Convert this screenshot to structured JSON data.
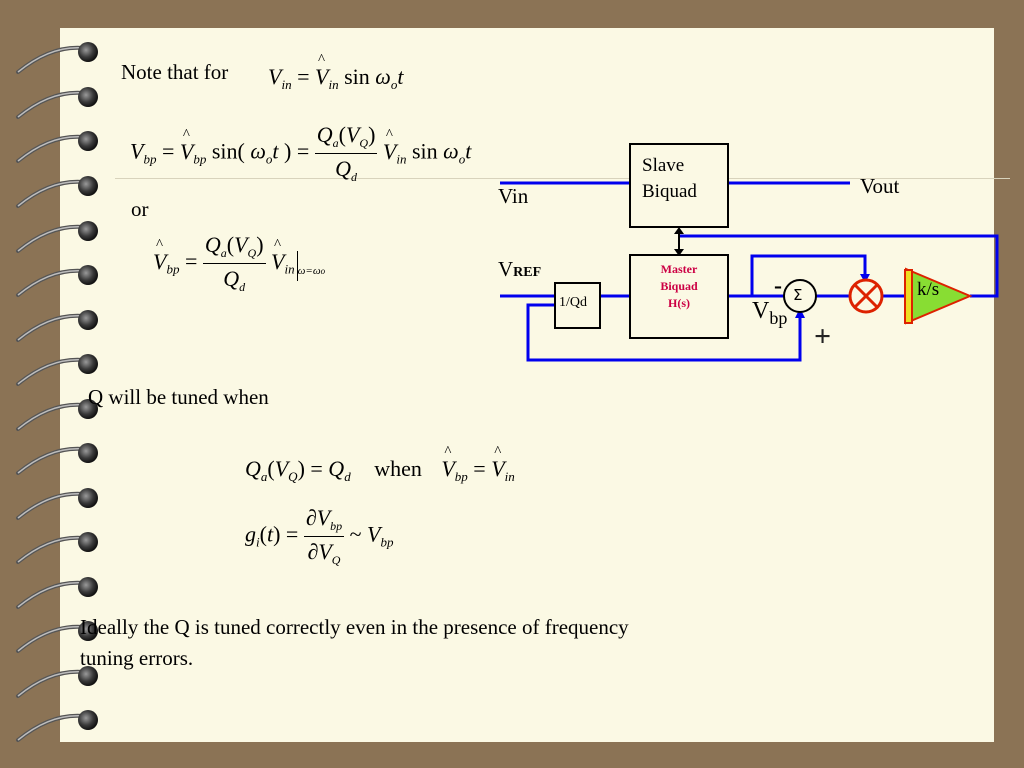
{
  "text": {
    "note_prefix": "Note that for",
    "or_word": "or",
    "q_tuned_when": "Q will be tuned when",
    "when_word": "when",
    "ideally_line1": "Ideally the Q is tuned correctly even in the presence of frequency",
    "ideally_line2": "tuning errors."
  },
  "diagram": {
    "slave_line1": "Slave",
    "slave_line2": "Biquad",
    "vin_label": "Vin",
    "vout_label": "Vout",
    "vref_v": "V",
    "vref_ref": "REF",
    "qd_box": "1/Qd",
    "master_line1": "Master",
    "master_line2": "Biquad",
    "master_line3": "H(s)",
    "sigma": "Σ",
    "minus": "-",
    "plus": "+",
    "vbp_v": "V",
    "vbp_sub": "bp",
    "ks": "k/s"
  },
  "colors": {
    "wire": "#0000ee",
    "master_text": "#cc0044",
    "multiplier": "#dd2200",
    "integrator_fill": "#88dd33",
    "integrator_bar": "#eedd22"
  }
}
